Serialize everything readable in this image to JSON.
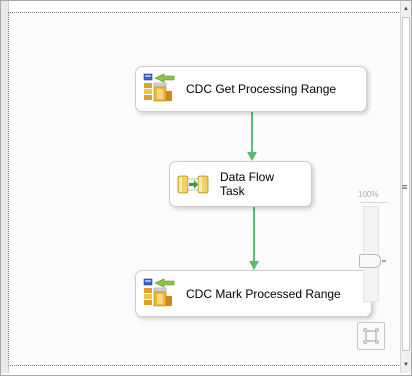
{
  "tasks": [
    {
      "label": "CDC Get Processing Range",
      "icon": "cdc-control-task-icon"
    },
    {
      "label_line1": "Data Flow",
      "label_line2": "Task",
      "icon": "data-flow-task-icon"
    },
    {
      "label": "CDC Mark Processed Range",
      "icon": "cdc-control-task-icon"
    }
  ],
  "connectors": {
    "color": "#5cba74",
    "type": "precedence-constraint-success"
  },
  "zoom": {
    "percent_label": "100%",
    "level_percent": 100,
    "fit_icon": "zoom-to-fit-icon"
  },
  "scrollbar": {
    "grip_glyph": "≡",
    "up_glyph": "▲",
    "down_glyph": "▼"
  },
  "colors": {
    "task_border": "#c9cdd2",
    "canvas_border": "#7f7f7f"
  }
}
